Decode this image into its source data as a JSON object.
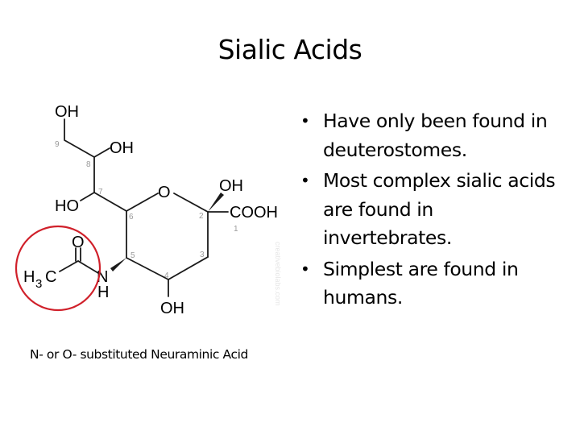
{
  "slide": {
    "title": "Sialic Acids",
    "caption": "N- or O- substituted Neuraminic Acid",
    "bullets": [
      {
        "text": "Have only been found in deuterostomes."
      },
      {
        "text": "Most complex sialic acids are found in invertebrates."
      },
      {
        "text": "Simplest are found in humans."
      }
    ],
    "bullet_glyph": "•"
  },
  "structure": {
    "labels": {
      "oh_c9": "OH",
      "oh_c8": "OH",
      "ho_c7": "HO",
      "ring_o": "O",
      "oh_c2": "OH",
      "cooh": "COOH",
      "oh_c4": "OH",
      "n": "N",
      "nh_h": "H",
      "carbonyl_o": "O",
      "methyl_h": "H",
      "methyl_sub": "3",
      "methyl_c": "C"
    },
    "carbon_numbers": [
      "1",
      "2",
      "3",
      "4",
      "5",
      "6",
      "7",
      "8",
      "9"
    ],
    "watermark": "creativebiolabs.com"
  },
  "colors": {
    "text": "#000000",
    "bond": "#1a1a1a",
    "carbon_number": "#9a9a9a",
    "highlight_circle": "#d0202a",
    "watermark": "#e6e6e6"
  }
}
